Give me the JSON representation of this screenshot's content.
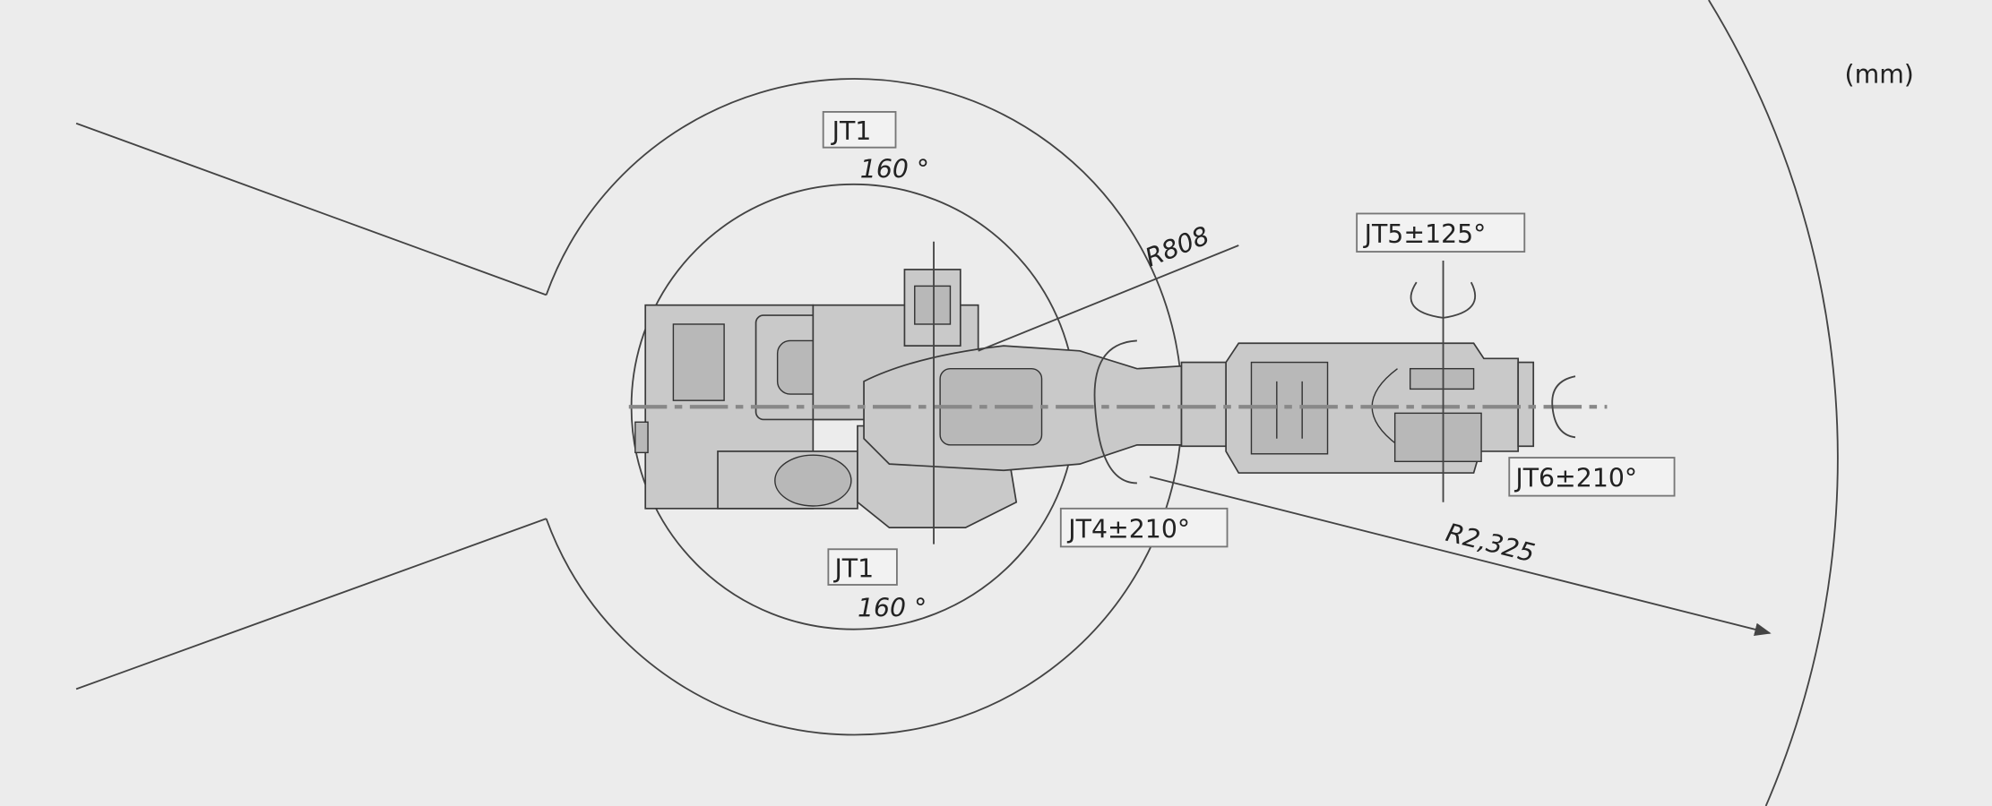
{
  "diagram": {
    "unit_label": "(mm)",
    "labels": {
      "jt1_top": "JT1",
      "jt1_top_angle": "160 °",
      "jt1_bottom": "JT1",
      "jt1_bottom_angle": "160 °",
      "jt4": "JT4±210°",
      "jt5": "JT5±125°",
      "jt6": "JT6±210°",
      "r_inner": "R808",
      "r_outer": "R2,325"
    },
    "colors": {
      "background": "#ececec",
      "robot": "#c9c9c9",
      "lines": "#444444"
    }
  }
}
